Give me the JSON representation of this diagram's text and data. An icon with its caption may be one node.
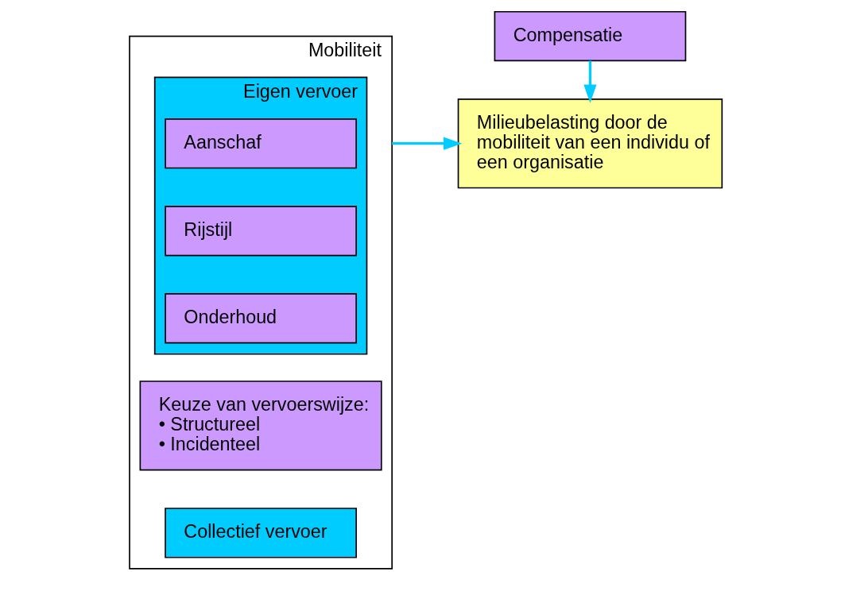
{
  "diagram": {
    "nodes": [
      {
        "text": [
          "Mobiliteit"
        ]
      },
      {
        "text": [
          "Eigen vervoer"
        ],
        "in": 0
      },
      {
        "text": [
          "Aanschaf"
        ],
        "in": 1
      },
      {
        "text": [
          "Rijstijl"
        ],
        "in": 1
      },
      {
        "text": [
          "Onderhoud"
        ],
        "in": 1
      },
      {
        "text": [
          "Keuze van vervoerswijze:",
          "• Structureel",
          "• Incidenteel"
        ],
        "in": 0
      },
      {
        "text": [
          "Collectief vervoer"
        ],
        "in": 0
      },
      {
        "text": [
          "Compensatie"
        ]
      },
      {
        "text": [
          "Milieubelasting door de mobiliteit van een individu of een organisatie"
        ]
      }
    ],
    "edges": [
      {
        "from": 0,
        "to": 8,
        "arrow": "to"
      },
      {
        "from": 7,
        "to": 8,
        "arrow": "to"
      }
    ]
  }
}
